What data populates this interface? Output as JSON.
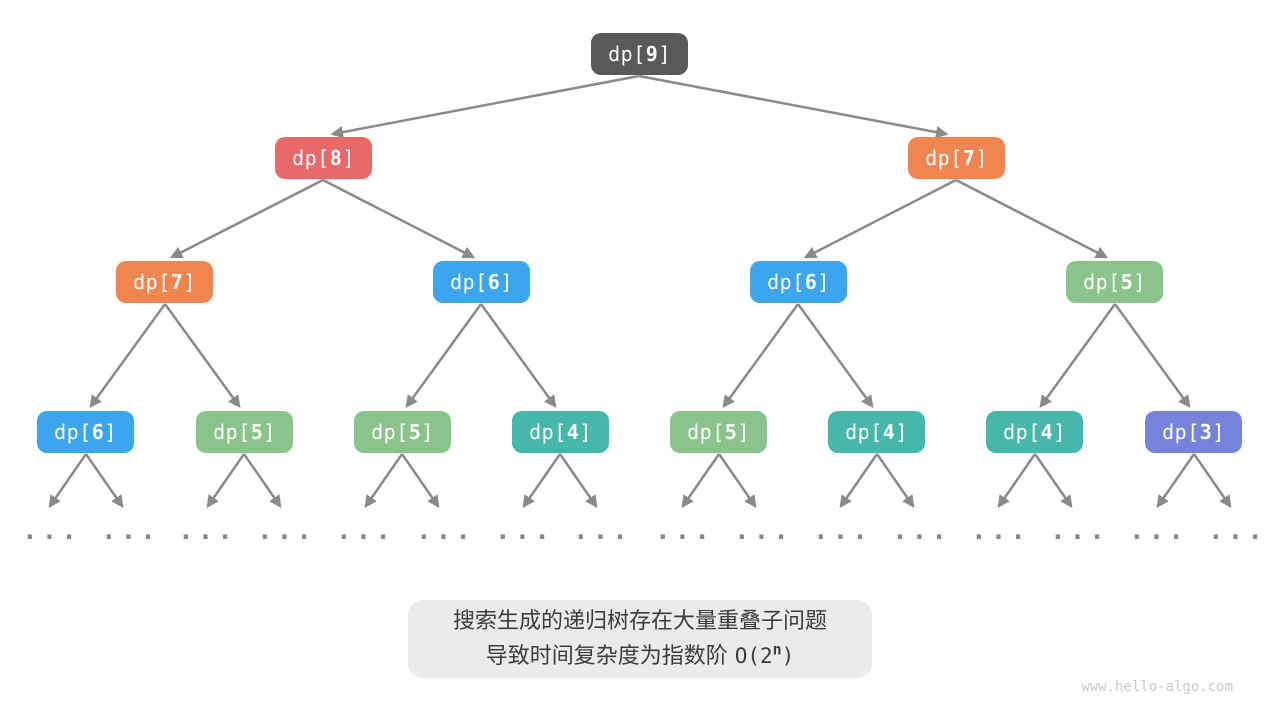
{
  "palette": {
    "root_node": "#595959",
    "red_node": "#e96868",
    "orange_node": "#ef8550",
    "blue_node": "#3ba5ee",
    "green_node": "#8ac48a",
    "teal_node": "#46b8ab",
    "purple_node": "#7584da",
    "arrow": "#8a8a8a",
    "caption_bg": "#ebebeb",
    "caption_text": "#3c3c3c",
    "watermark_text": "#c9c9c9"
  },
  "tree": {
    "ellipsis": "...",
    "root": {
      "pre": "dp[",
      "num": "9",
      "post": "]"
    },
    "level2": [
      {
        "pre": "dp[",
        "num": "8",
        "post": "]"
      },
      {
        "pre": "dp[",
        "num": "7",
        "post": "]"
      }
    ],
    "level3": [
      {
        "pre": "dp[",
        "num": "7",
        "post": "]"
      },
      {
        "pre": "dp[",
        "num": "6",
        "post": "]"
      },
      {
        "pre": "dp[",
        "num": "6",
        "post": "]"
      },
      {
        "pre": "dp[",
        "num": "5",
        "post": "]"
      }
    ],
    "level4": [
      {
        "pre": "dp[",
        "num": "6",
        "post": "]"
      },
      {
        "pre": "dp[",
        "num": "5",
        "post": "]"
      },
      {
        "pre": "dp[",
        "num": "5",
        "post": "]"
      },
      {
        "pre": "dp[",
        "num": "4",
        "post": "]"
      },
      {
        "pre": "dp[",
        "num": "5",
        "post": "]"
      },
      {
        "pre": "dp[",
        "num": "4",
        "post": "]"
      },
      {
        "pre": "dp[",
        "num": "4",
        "post": "]"
      },
      {
        "pre": "dp[",
        "num": "3",
        "post": "]"
      }
    ]
  },
  "caption": {
    "line1": "搜索生成的递归树存在大量重叠子问题",
    "line2_text": "导致时间复杂度为指数阶 ",
    "formula_pre": "O(2",
    "formula_sup": "n",
    "formula_post": ")"
  },
  "watermark": "www.hello-algo.com"
}
